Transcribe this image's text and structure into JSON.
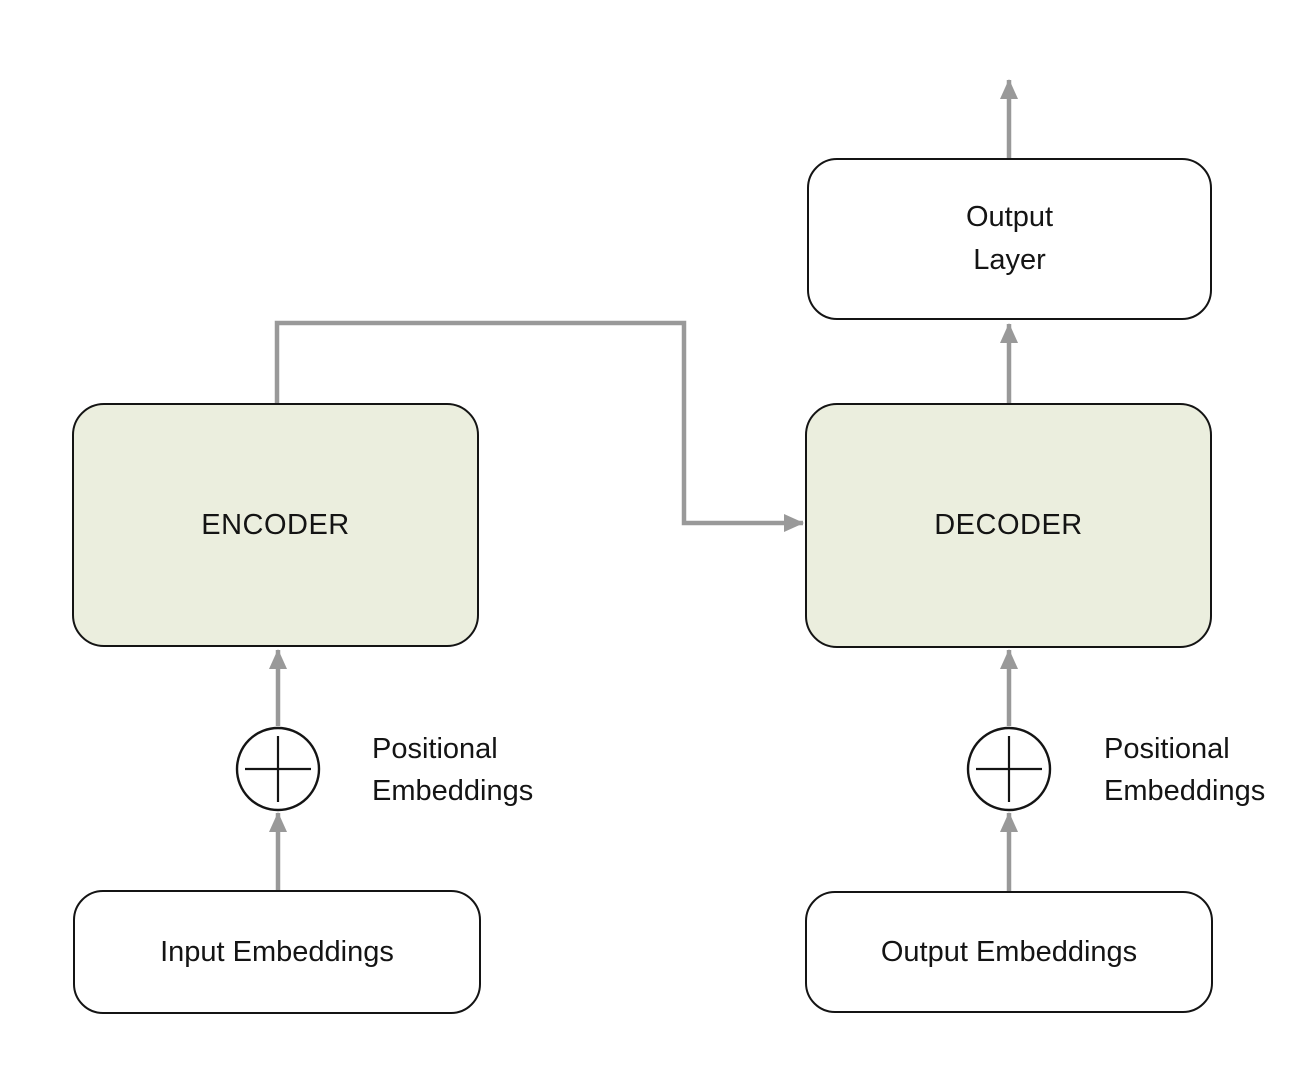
{
  "nodes": {
    "encoder": {
      "label": "ENCODER"
    },
    "decoder": {
      "label": "DECODER"
    },
    "output_layer": {
      "label": "Output\nLayer"
    },
    "input_embeddings": {
      "label": "Input Embeddings"
    },
    "output_embeddings": {
      "label": "Output Embeddings"
    }
  },
  "annotations": {
    "positional_left": "Positional\nEmbeddings",
    "positional_right": "Positional\nEmbeddings"
  },
  "icons": {
    "positional_sum_left": "plus-in-circle",
    "positional_sum_right": "plus-in-circle"
  },
  "edges": [
    {
      "from": "input-embeddings",
      "to": "positional-sum-left",
      "type": "arrow"
    },
    {
      "from": "positional-sum-left",
      "to": "encoder",
      "type": "arrow"
    },
    {
      "from": "encoder",
      "to": "decoder",
      "type": "elbow-arrow"
    },
    {
      "from": "output-embeddings",
      "to": "positional-sum-right",
      "type": "arrow"
    },
    {
      "from": "positional-sum-right",
      "to": "decoder",
      "type": "arrow"
    },
    {
      "from": "decoder",
      "to": "output-layer",
      "type": "arrow"
    },
    {
      "from": "output-layer",
      "to": "output",
      "type": "arrow"
    }
  ],
  "colors": {
    "block_fill_green": "#EBEEDE",
    "block_fill_white": "#FFFFFF",
    "block_border": "#141414",
    "arrow_gray": "#999999",
    "background": "#FFFFFF"
  }
}
